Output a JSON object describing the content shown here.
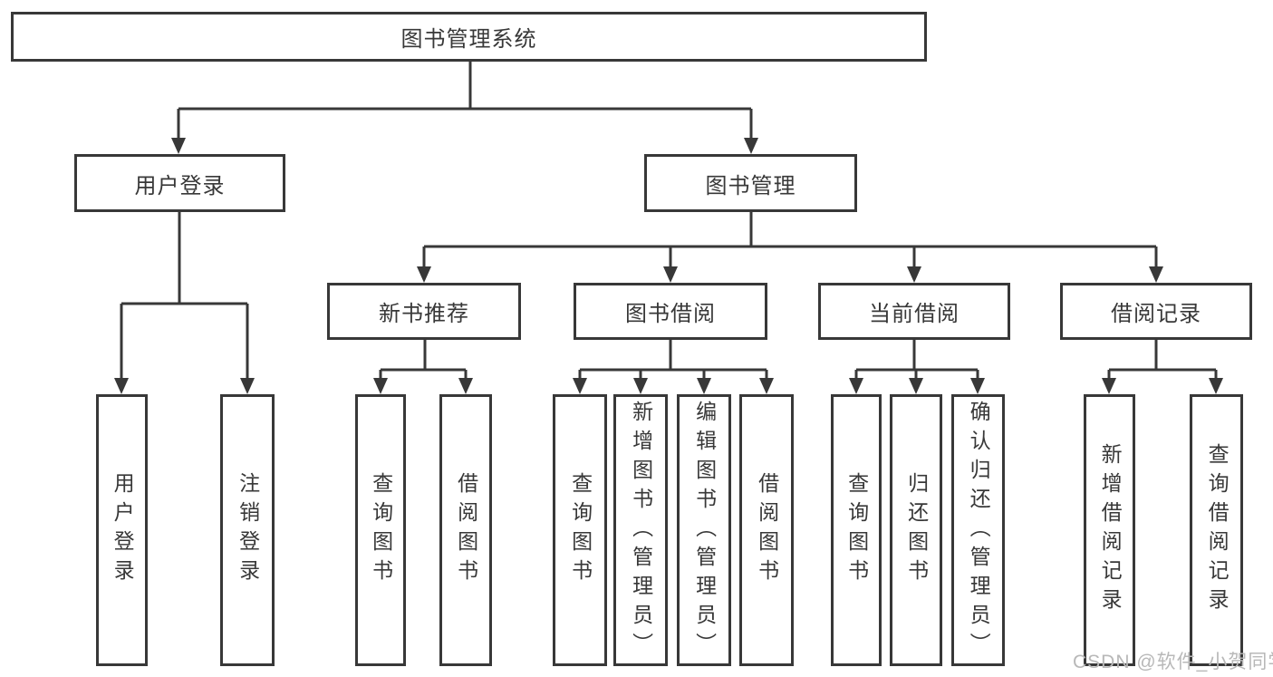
{
  "diagram": {
    "root": {
      "label": "图书管理系统"
    },
    "level2": [
      {
        "label": "用户登录",
        "children": [
          {
            "label": "用户登录"
          },
          {
            "label": "注销登录"
          }
        ]
      },
      {
        "label": "图书管理",
        "children": [
          {
            "label": "新书推荐",
            "children": [
              {
                "label": "查询图书"
              },
              {
                "label": "借阅图书"
              }
            ]
          },
          {
            "label": "图书借阅",
            "children": [
              {
                "label": "查询图书"
              },
              {
                "label": "新增图书（管理员）"
              },
              {
                "label": "编辑图书（管理员）"
              },
              {
                "label": "借阅图书"
              }
            ]
          },
          {
            "label": "当前借阅",
            "children": [
              {
                "label": "查询图书"
              },
              {
                "label": "归还图书"
              },
              {
                "label": "确认归还（管理员）"
              }
            ]
          },
          {
            "label": "借阅记录",
            "children": [
              {
                "label": "新增借阅记录"
              },
              {
                "label": "查询借阅记录"
              }
            ]
          }
        ]
      }
    ]
  },
  "watermark": {
    "text": "CSDN @软件_小贺同学"
  },
  "colors": {
    "line": "#383838",
    "box_border": "#383838",
    "text": "#383838",
    "background": "#ffffff",
    "watermark": "#b8b8b8"
  }
}
